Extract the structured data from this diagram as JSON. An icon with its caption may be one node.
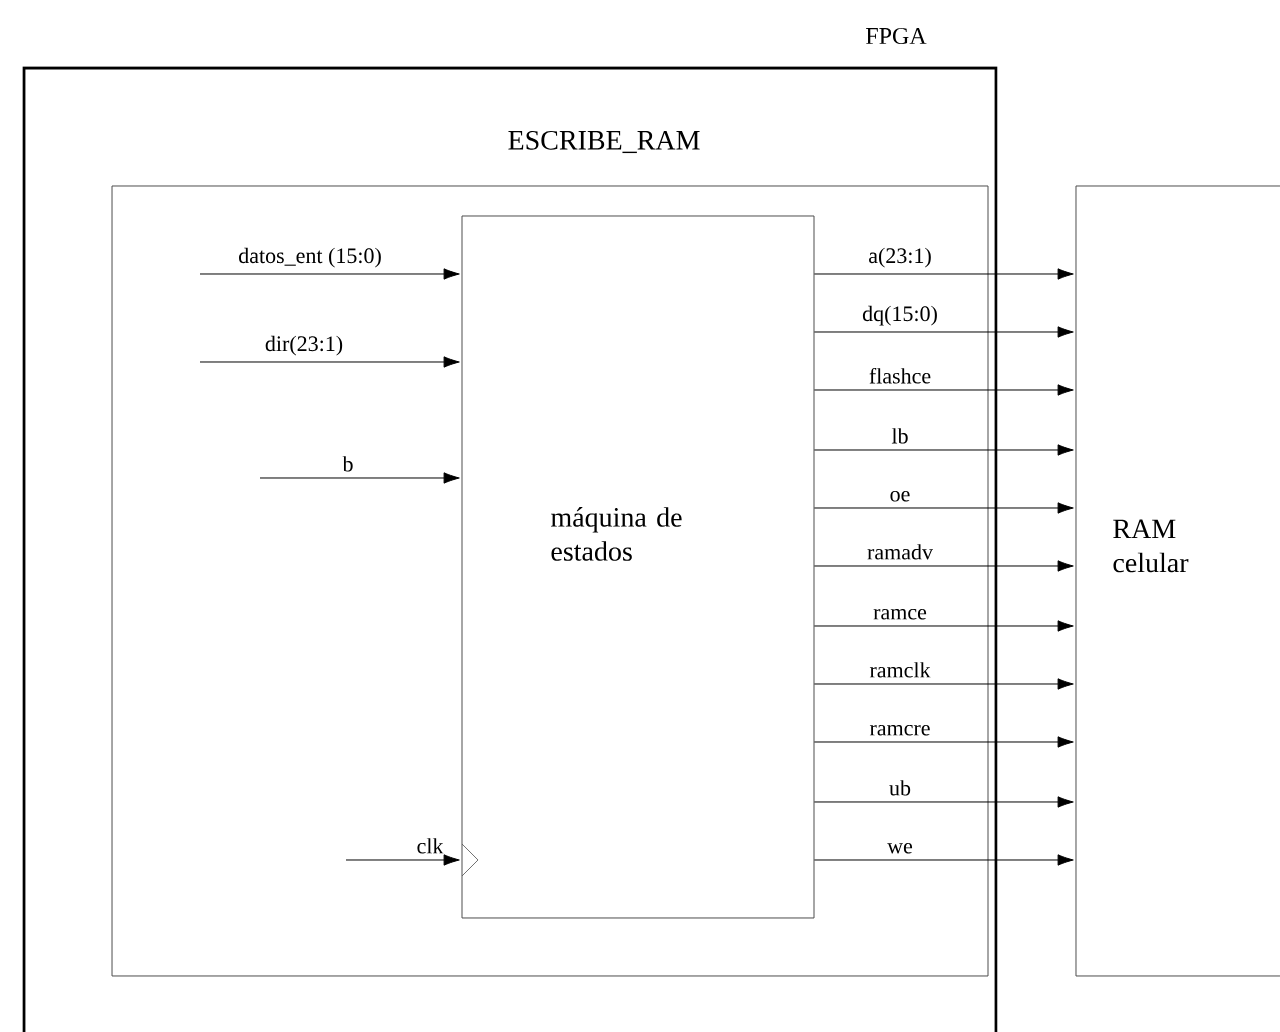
{
  "diagram": {
    "nodes": [
      {
        "text": [
          "FPGA"
        ]
      },
      {
        "text": [
          "ESCRIBE_RAM"
        ],
        "in": 0
      },
      {
        "text": [
          "máquina de estados"
        ],
        "in": 1
      },
      {
        "text": [
          "RAM celular"
        ]
      }
    ],
    "edges": [
      {
        "from": null,
        "to": 2,
        "arrow": "to",
        "label": "datos_ent (15:0)"
      },
      {
        "from": null,
        "to": 2,
        "arrow": "to",
        "label": "dir(23:1)"
      },
      {
        "from": null,
        "to": 2,
        "arrow": "to",
        "label": "b"
      },
      {
        "from": null,
        "to": 2,
        "arrow": "to",
        "label": "clk"
      },
      {
        "from": 2,
        "to": 3,
        "arrow": "to",
        "label": "a(23:1)"
      },
      {
        "from": 2,
        "to": 3,
        "arrow": "to",
        "label": "dq(15:0)"
      },
      {
        "from": 2,
        "to": 3,
        "arrow": "to",
        "label": "flashce"
      },
      {
        "from": 2,
        "to": 3,
        "arrow": "to",
        "label": "lb"
      },
      {
        "from": 2,
        "to": 3,
        "arrow": "to",
        "label": "oe"
      },
      {
        "from": 2,
        "to": 3,
        "arrow": "to",
        "label": "ramadv"
      },
      {
        "from": 2,
        "to": 3,
        "arrow": "to",
        "label": "ramce"
      },
      {
        "from": 2,
        "to": 3,
        "arrow": "to",
        "label": "ramclk"
      },
      {
        "from": 2,
        "to": 3,
        "arrow": "to",
        "label": "ramcre"
      },
      {
        "from": 2,
        "to": 3,
        "arrow": "to",
        "label": "ub"
      },
      {
        "from": 2,
        "to": 3,
        "arrow": "to",
        "label": "we"
      }
    ]
  }
}
